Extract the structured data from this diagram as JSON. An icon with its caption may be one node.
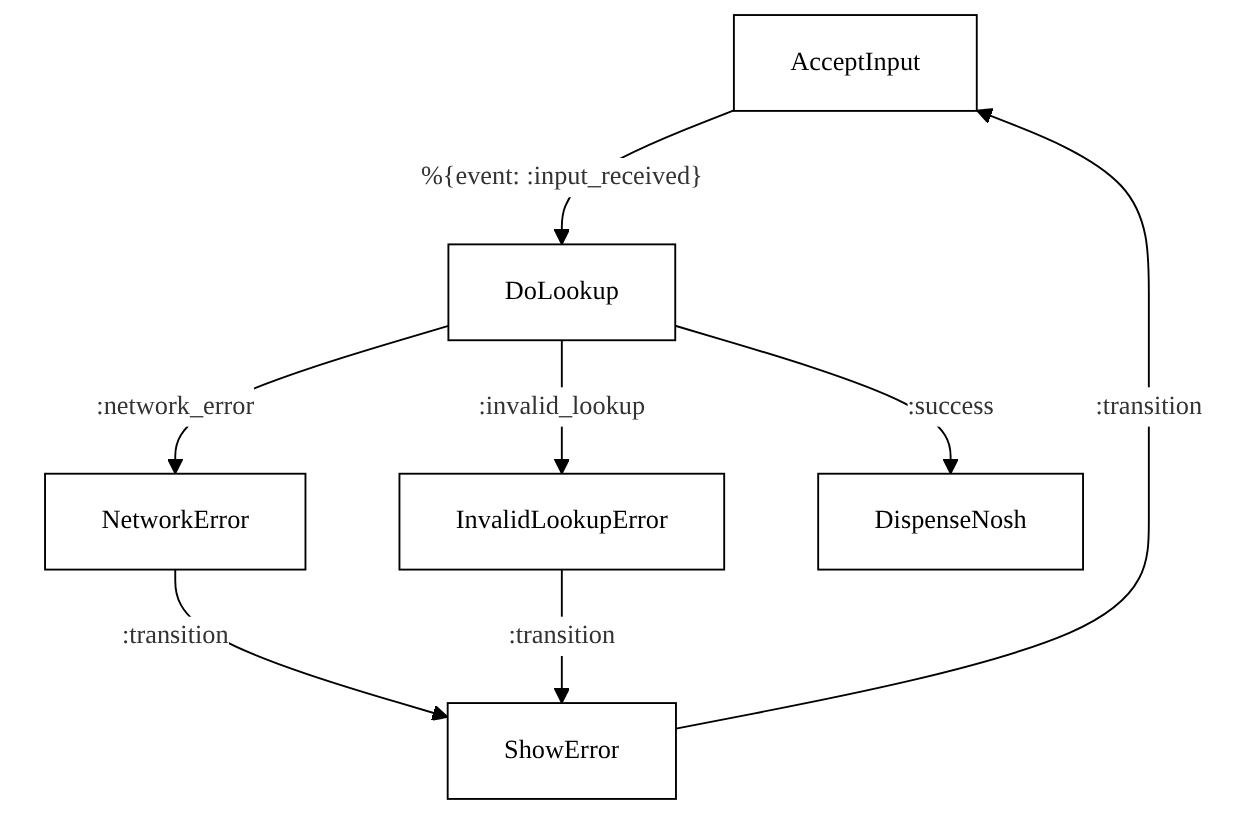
{
  "diagram": {
    "nodes": [
      {
        "text": [
          "AcceptInput"
        ]
      },
      {
        "text": [
          "DoLookup"
        ]
      },
      {
        "text": [
          "NetworkError"
        ]
      },
      {
        "text": [
          "InvalidLookupError"
        ]
      },
      {
        "text": [
          "DispenseNosh"
        ]
      },
      {
        "text": [
          "ShowError"
        ]
      }
    ],
    "edges": [
      {
        "from": 0,
        "to": 1,
        "arrow": "to",
        "label": "%{event: :input_received}"
      },
      {
        "from": 1,
        "to": 2,
        "arrow": "to",
        "label": ":network_error"
      },
      {
        "from": 1,
        "to": 3,
        "arrow": "to",
        "label": ":invalid_lookup"
      },
      {
        "from": 1,
        "to": 4,
        "arrow": "to",
        "label": ":success"
      },
      {
        "from": 2,
        "to": 5,
        "arrow": "to",
        "label": ":transition"
      },
      {
        "from": 3,
        "to": 5,
        "arrow": "to",
        "label": ":transition"
      },
      {
        "from": 5,
        "to": 0,
        "arrow": "to",
        "label": ":transition"
      }
    ]
  }
}
